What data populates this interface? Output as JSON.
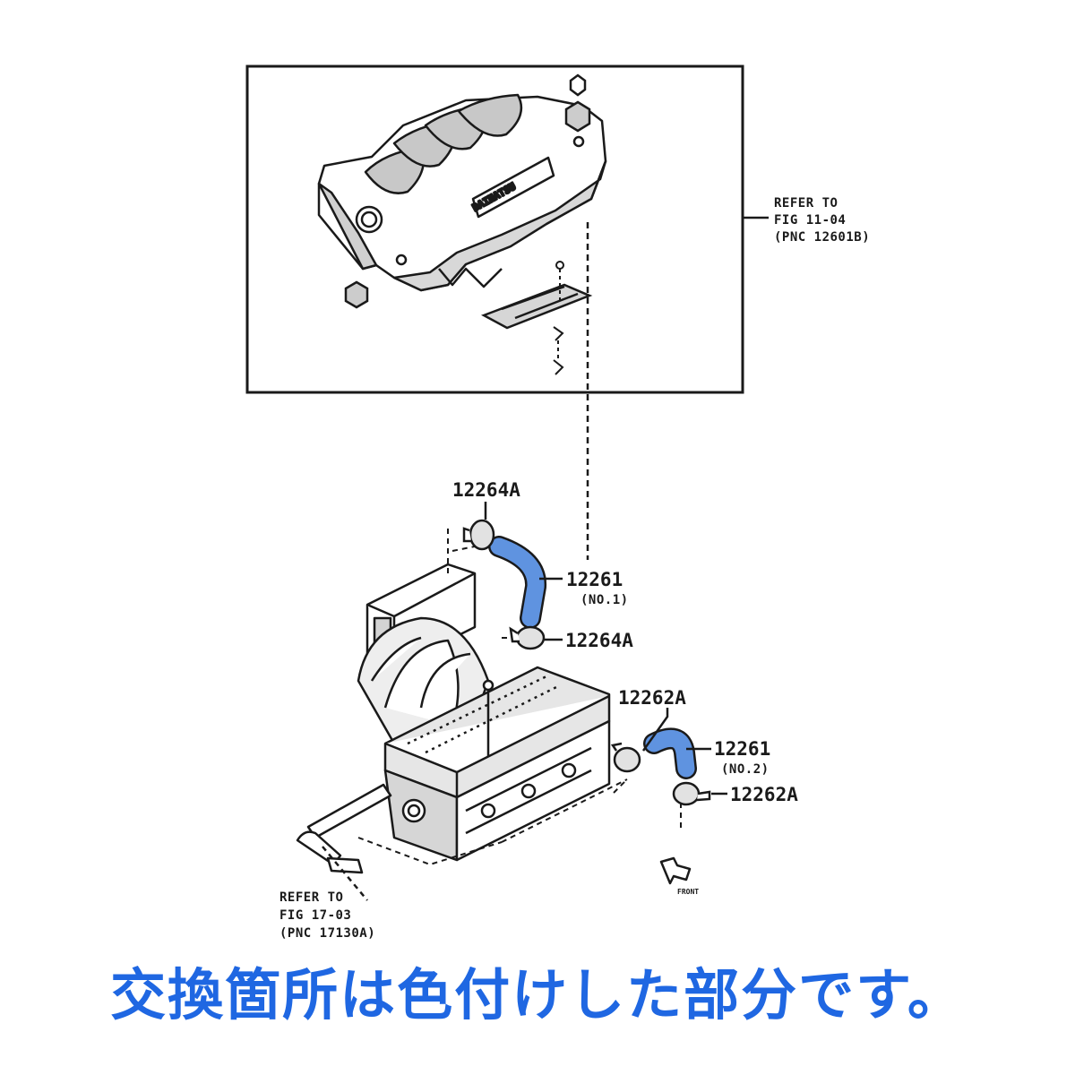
{
  "labels": {
    "ref_top_line1": "REFER TO",
    "ref_top_line2": "FIG 11-04",
    "ref_top_line3": "(PNC 12601B)",
    "brand_text": "DAIHATSU",
    "part_12264A_upper": "12264A",
    "part_12264A_lower": "12264A",
    "part_12261_no1": "12261",
    "part_12261_no1_sub": "(NO.1)",
    "part_12262A_upper": "12262A",
    "part_12261_no2": "12261",
    "part_12261_no2_sub": "(NO.2)",
    "part_12262A_lower": "12262A",
    "ref_bottom_line1": "REFER TO",
    "ref_bottom_line2": "FIG 17-03",
    "ref_bottom_line3": "(PNC 17130A)",
    "front_mark": "FRONT"
  },
  "caption": "交換箇所は色付けした部分です。",
  "colors": {
    "highlight": "#5f93e0",
    "caption": "#1f67e2",
    "line": "#1a1a1a",
    "shade": "#c8c8c8"
  }
}
